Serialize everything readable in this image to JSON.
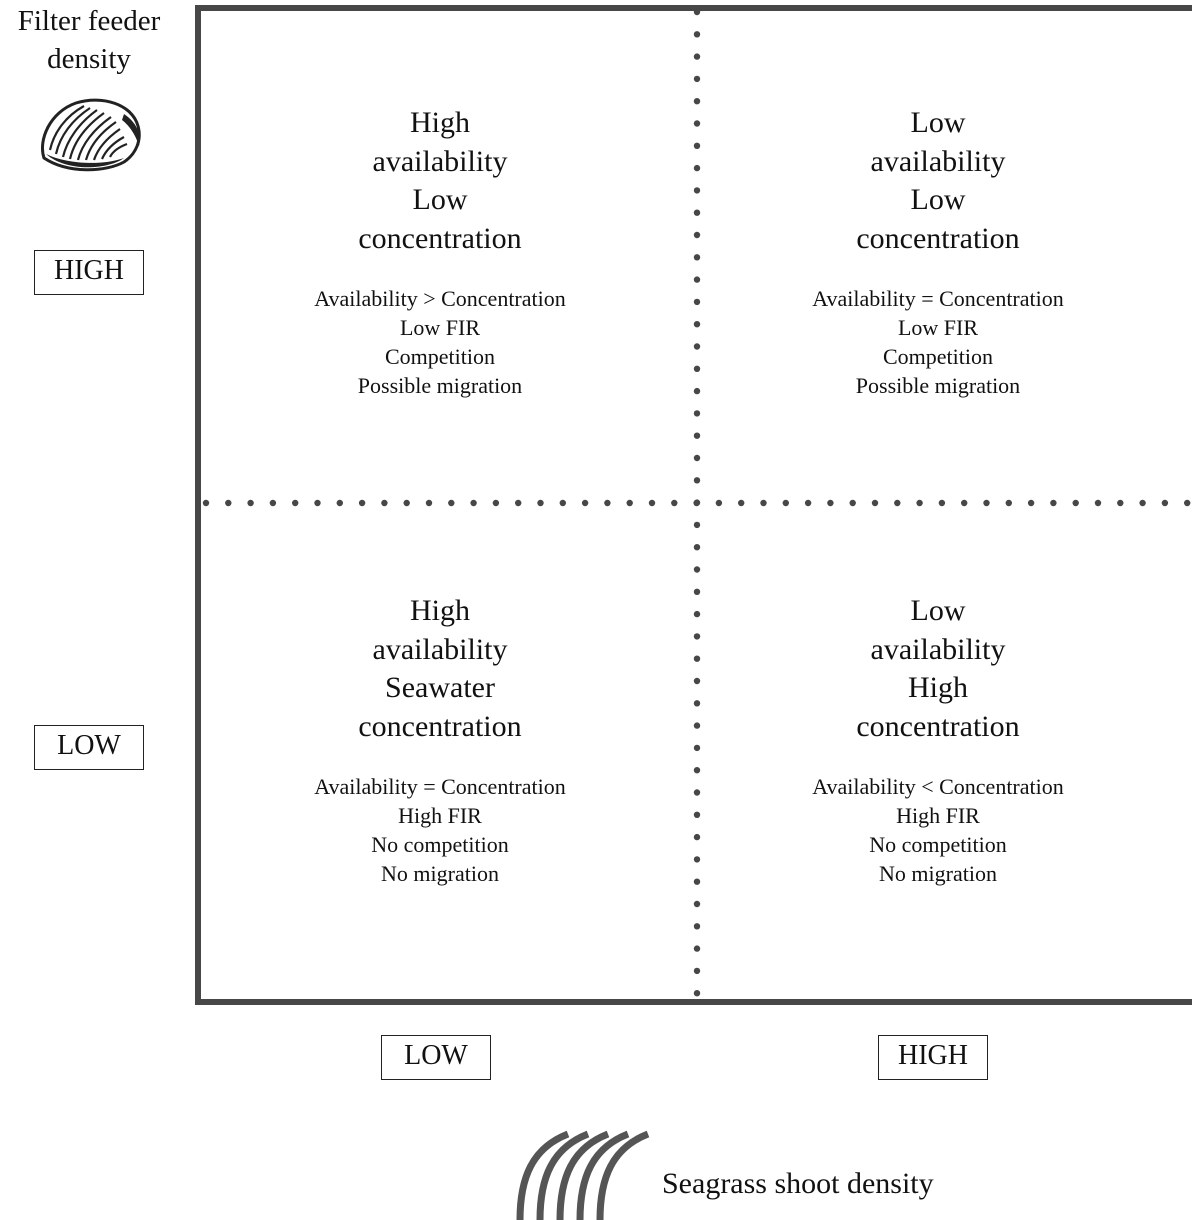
{
  "y_axis": {
    "title_line1": "Filter feeder",
    "title_line2": "density",
    "high_label": "HIGH",
    "low_label": "LOW",
    "icon": "shell-icon"
  },
  "x_axis": {
    "title": "Seagrass shoot density",
    "low_label": "LOW",
    "high_label": "HIGH",
    "icon": "seagrass-icon"
  },
  "quadrants": {
    "top_left": {
      "heading": [
        "High",
        "availability",
        "Low",
        "concentration"
      ],
      "details": [
        "Availability > Concentration",
        "Low FIR",
        "Competition",
        "Possible migration"
      ]
    },
    "top_right": {
      "heading": [
        "Low",
        "availability",
        "Low",
        "concentration"
      ],
      "details": [
        "Availability = Concentration",
        "Low FIR",
        "Competition",
        "Possible migration"
      ]
    },
    "bottom_left": {
      "heading": [
        "High",
        "availability",
        "Seawater",
        "concentration"
      ],
      "details": [
        "Availability = Concentration",
        "High FIR",
        "No competition",
        "No migration"
      ]
    },
    "bottom_right": {
      "heading": [
        "Low",
        "availability",
        "High",
        "concentration"
      ],
      "details": [
        "Availability < Concentration",
        "High FIR",
        "No competition",
        "No migration"
      ]
    }
  },
  "colors": {
    "frame": "#474747",
    "dots": "#474747",
    "text": "#111111"
  }
}
